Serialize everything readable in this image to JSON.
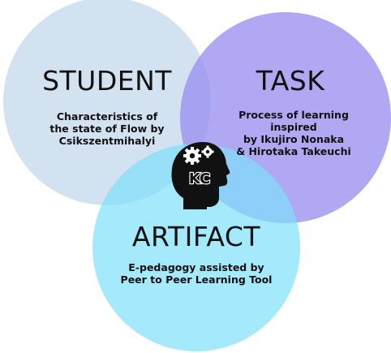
{
  "diagram": {
    "type": "venn",
    "circles": [
      {
        "id": "student",
        "title": "STUDENT",
        "description": [
          "Characteristics of",
          "the state of Flow by",
          "Csikszentmihalyi"
        ],
        "color": "#c9dcee"
      },
      {
        "id": "task",
        "title": "TASK",
        "description": [
          "Process of learning",
          "inspired",
          "by Ikujiro Nonaka",
          "& Hirotaka Takeuchi"
        ],
        "color": "#9b8fef"
      },
      {
        "id": "artifact",
        "title": "ARTIFACT",
        "description": [
          "E-pedagogy assisted by",
          "Peer to Peer Learning Tool"
        ],
        "color": "#7ee0fb"
      }
    ],
    "center_logo": {
      "icon": "head-with-gears-icon",
      "text": "KC",
      "color": "#111111"
    }
  }
}
